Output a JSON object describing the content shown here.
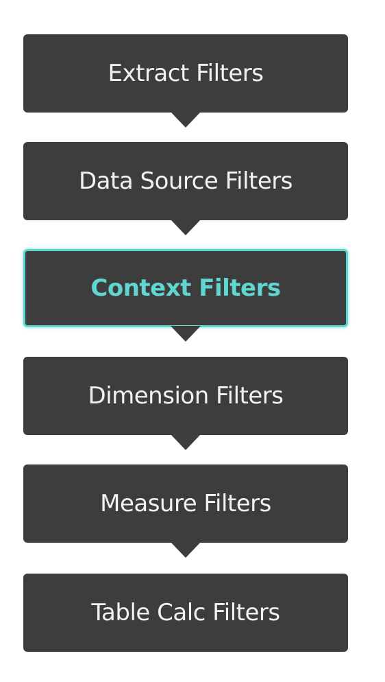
{
  "steps": [
    {
      "label": "Extract Filters",
      "highlighted": false
    },
    {
      "label": "Data Source Filters",
      "highlighted": false
    },
    {
      "label": "Context Filters",
      "highlighted": true
    },
    {
      "label": "Dimension Filters",
      "highlighted": false
    },
    {
      "label": "Measure Filters",
      "highlighted": false
    },
    {
      "label": "Table Calc Filters",
      "highlighted": false
    }
  ],
  "colors": {
    "box": "#3d3d3d",
    "text": "#f2f2f2",
    "highlight": "#5fd6d0",
    "background": "#ffffff"
  }
}
